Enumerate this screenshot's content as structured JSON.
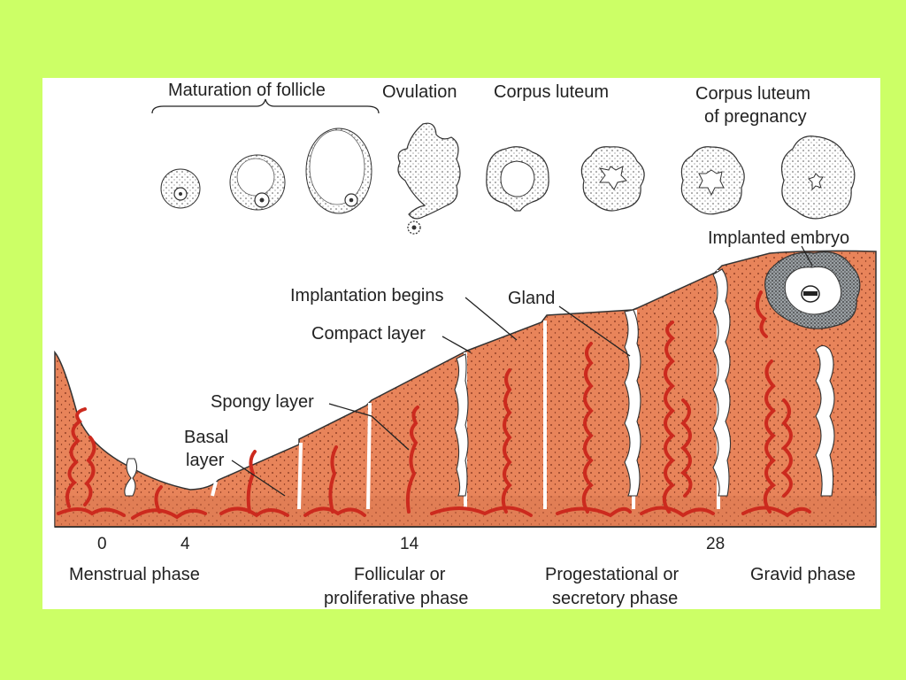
{
  "top_labels": {
    "maturation": "Maturation of follicle",
    "ovulation": "Ovulation",
    "corpus_luteum": "Corpus luteum",
    "corpus_luteum_preg_1": "Corpus luteum",
    "corpus_luteum_preg_2": "of pregnancy"
  },
  "annotations": {
    "implanted_embryo": "Implanted embryo",
    "implantation_begins": "Implantation begins",
    "gland": "Gland",
    "compact_layer": "Compact layer",
    "spongy_layer": "Spongy layer",
    "basal_layer_1": "Basal",
    "basal_layer_2": "layer"
  },
  "axis": {
    "ticks": [
      "0",
      "4",
      "14",
      "28"
    ]
  },
  "phases": {
    "menstrual": "Menstrual phase",
    "follicular_1": "Follicular or",
    "follicular_2": "proliferative phase",
    "progestational_1": "Progestational or",
    "progestational_2": "secretory phase",
    "gravid": "Gravid phase"
  },
  "colors": {
    "background": "#ccff66",
    "panel": "#ffffff",
    "endometrium": "#e8845a",
    "basal": "#d9774f",
    "vessels": "#cc2a1e"
  }
}
